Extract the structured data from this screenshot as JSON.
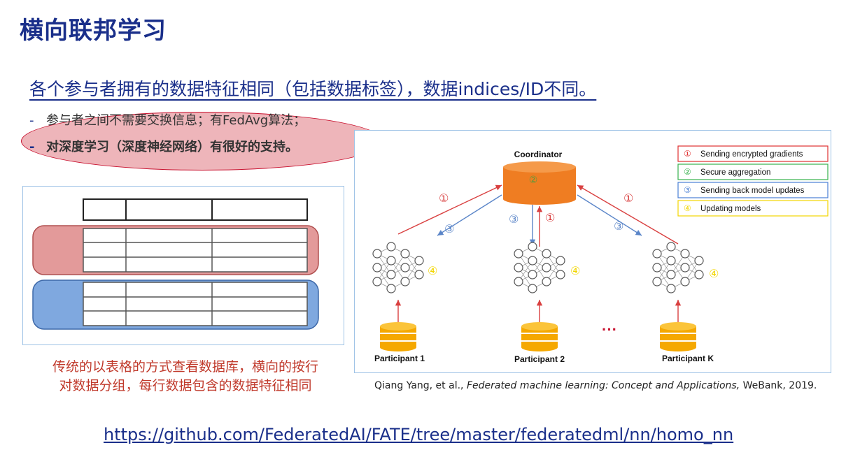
{
  "title": "横向联邦学习",
  "subtitle": "各个参与者拥有的数据特征相同（包括数据标签），数据indices/ID不同。",
  "bullets": [
    {
      "dash": "-",
      "text": "参与者之间不需要交换信息；有FedAvg算法；"
    },
    {
      "dash": "-",
      "text": "对深度学习（深度神经网络）有很好的支持。"
    }
  ],
  "left_caption": {
    "line1": "传统的以表格的方式查看数据库，横向的按行",
    "line2": "对数据分组，每行数据包含的数据特征相同"
  },
  "figure": {
    "coordinator_label": "Coordinator",
    "coordinator_badge": "②",
    "participants": [
      "Participant 1",
      "Participant 2",
      "Participant K"
    ],
    "ellipsis": "···",
    "step_markers": {
      "one": "①",
      "three": "③",
      "four": "④"
    },
    "legend": [
      {
        "num": "①",
        "text": "Sending encrypted gradients",
        "color": "#e03131"
      },
      {
        "num": "②",
        "text": "Secure aggregation",
        "color": "#37b24d"
      },
      {
        "num": "③",
        "text": "Sending back model updates",
        "color": "#4a7fd4"
      },
      {
        "num": "④",
        "text": "Updating models",
        "color": "#f2d600"
      }
    ],
    "colors": {
      "coordinator": "#ef7d22",
      "database": "#f5a800",
      "send_arrow": "#d94040",
      "return_arrow": "#5a85c8"
    }
  },
  "citation": {
    "authors": "Qiang Yang, et al., ",
    "paper": "Federated machine learning: Concept and Applications,",
    "publisher": " WeBank, 2019."
  },
  "link": "https://github.com/FederatedAI/FATE/tree/master/federatedml/nn/homo_nn"
}
